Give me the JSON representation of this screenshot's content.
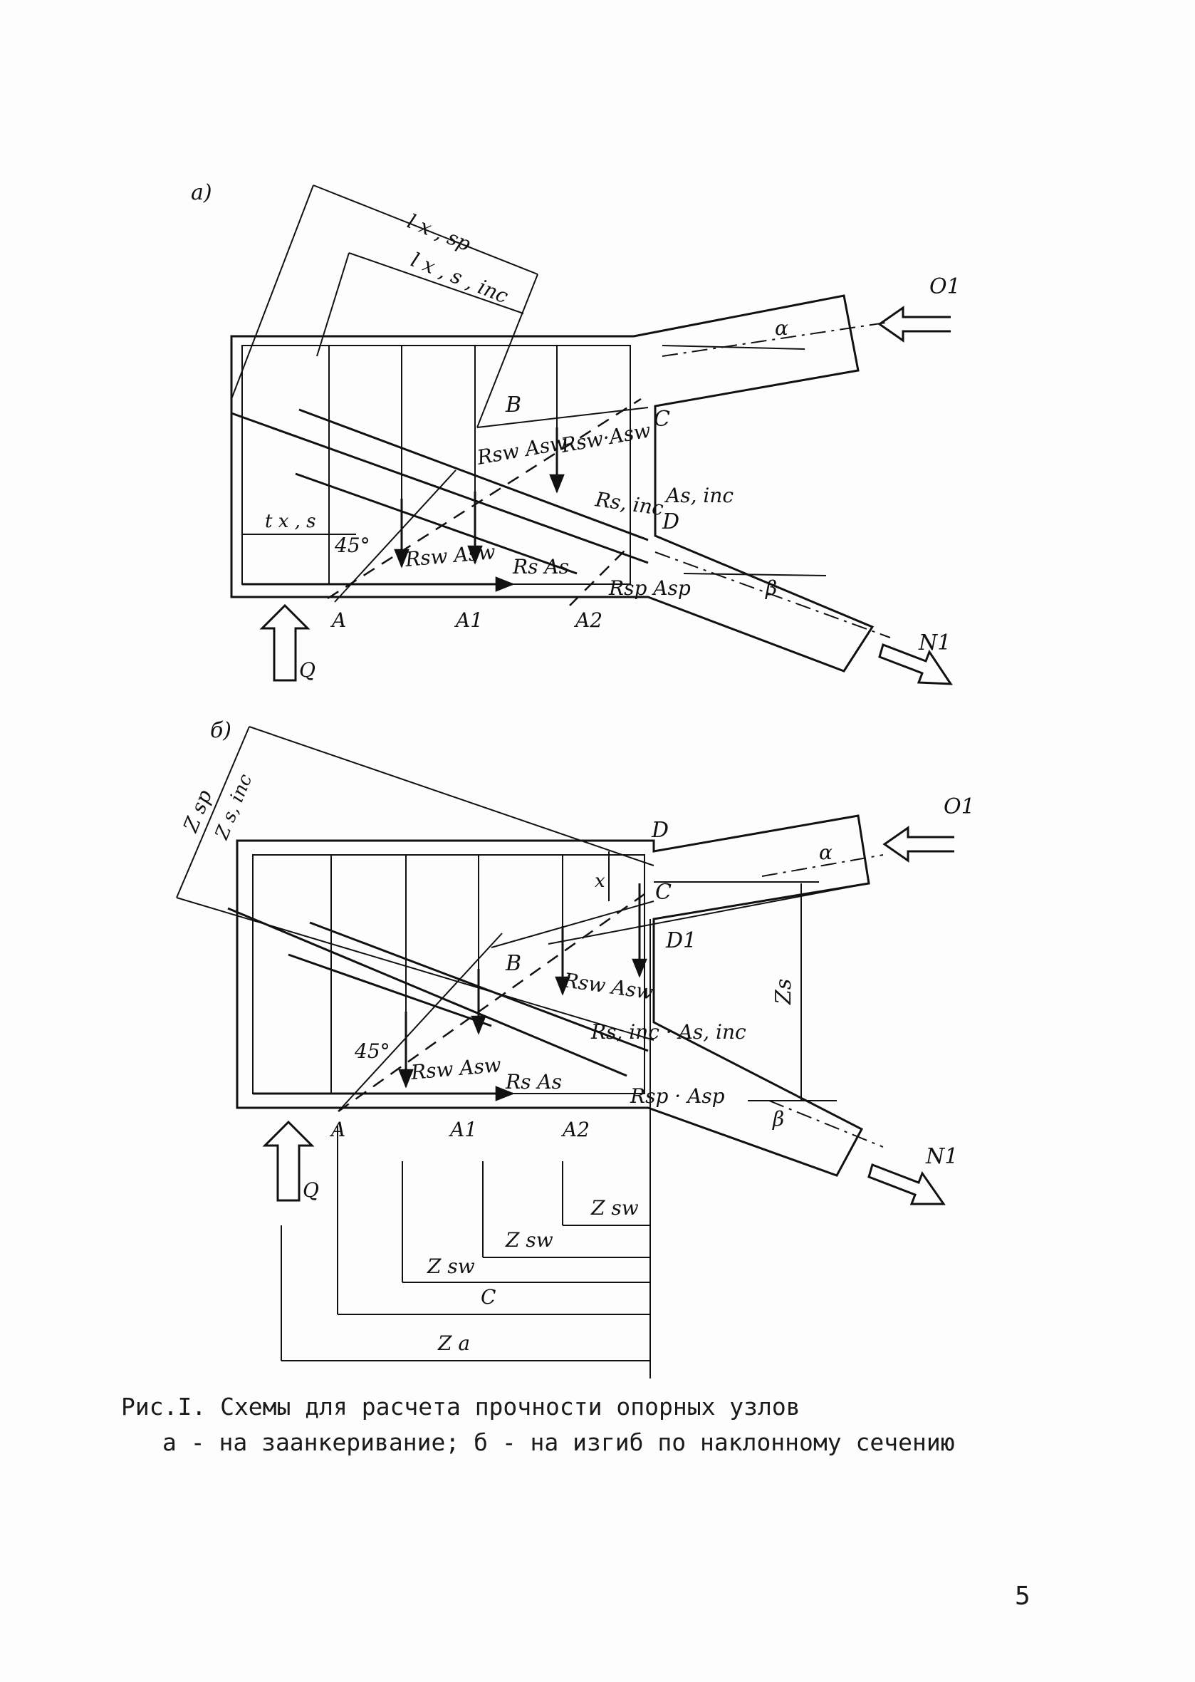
{
  "figure": {
    "panel_a": {
      "tag": "а)",
      "labels": {
        "l_x_sp": "l x , sp",
        "l_x_s_inc": "l x , s , inc",
        "O1": "O1",
        "N1": "N1",
        "alpha": "α",
        "beta": "β",
        "B": "B",
        "C": "C",
        "D": "D",
        "A": "A",
        "A1": "A1",
        "A2": "A2",
        "Q": "Q",
        "t_x_s": "t x , s",
        "angle45": "45°",
        "Rsw_Asw_1": "Rsw Asw",
        "Rsw_Asw_2": "Rsw·Asw",
        "Rsw_Asw_3": "Rsw Asw",
        "Rs_inc": "Rs, inc",
        "As_inc": "As, inc",
        "Rs_As": "Rs As",
        "Rsp_Asp": "Rsp Asp"
      }
    },
    "panel_b": {
      "tag": "б)",
      "labels": {
        "Z_sp": "Z sp",
        "Z_s_inc": "Z s, inc",
        "O1": "O1",
        "N1": "N1",
        "alpha": "α",
        "beta": "β",
        "D": "D",
        "C": "C",
        "x": "x",
        "D1": "D1",
        "B": "B",
        "Zs": "Zs",
        "Rsw_Asw_1": "Rsw Asw",
        "Rsw_Asw_2": "Rsw Asw",
        "Rs_inc_As_inc": "Rs, inc · As, inc",
        "angle45": "45°",
        "Rs_As": "Rs As",
        "Rsp_Asp": "Rsp · Asp",
        "A": "A",
        "A1": "A1",
        "A2": "A2",
        "Q": "Q",
        "Z_sw_1": "Z sw",
        "Z_sw_2": "Z sw",
        "Z_sw_3": "Z sw",
        "C_dim": "C",
        "Z_a": "Z a"
      }
    }
  },
  "caption": {
    "line1": "Рис.I. Схемы для расчета прочности опорных узлов",
    "line2": "а - на заанкеривание; б - на изгиб по наклонному сечению"
  },
  "page_number": "5"
}
